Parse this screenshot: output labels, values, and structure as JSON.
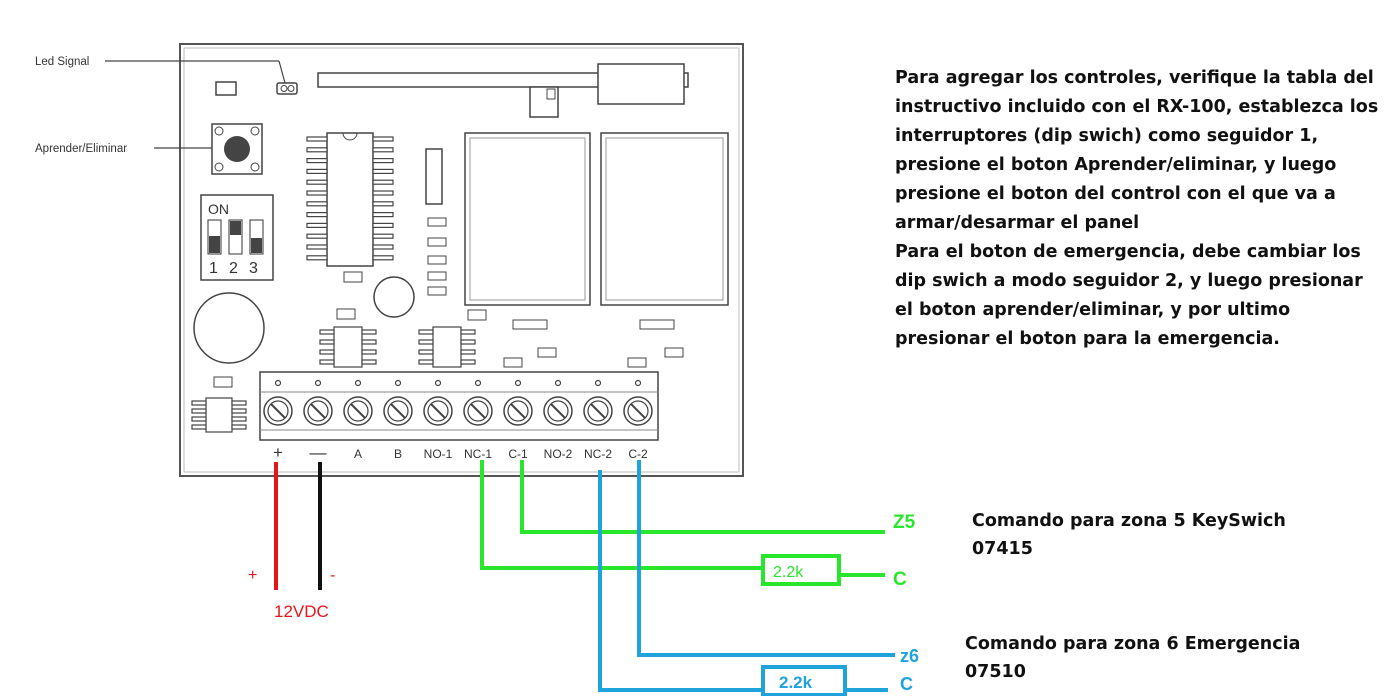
{
  "labels": {
    "led_signal": "Led Signal",
    "learn_delete": "Aprender/Eliminar",
    "dip_on": "ON",
    "dip_numbers": [
      "1",
      "2",
      "3"
    ]
  },
  "terminals": [
    "+",
    "—",
    "A",
    "B",
    "NO-1",
    "NC-1",
    "C-1",
    "NO-2",
    "NC-2",
    "C-2"
  ],
  "power": {
    "plus": "+",
    "minus": "-",
    "voltage": "12VDC",
    "plus_color": "#e8141b",
    "minus_color": "#111111"
  },
  "zone5": {
    "line1_label": "Z5",
    "line2_label": "C",
    "resistor": "2.2k",
    "color": "#28e62b",
    "title": "Comando para zona 5 KeySwich",
    "code": "07415"
  },
  "zone6": {
    "line1_label": "z6",
    "line2_label": "C",
    "resistor": "2.2k",
    "color": "#1fa3dc",
    "title": "Comando para zona 6 Emergencia",
    "code": "07510"
  },
  "instructions": {
    "paragraph1": "Para agregar los controles, verifique la tabla del instructivo incluido con el RX-100, establezca los interruptores (dip swich) como seguidor 1, presione el boton Aprender/eliminar, y luego presione el boton del control con el que va a armar/desarmar el panel",
    "paragraph2": "Para el boton de emergencia, debe cambiar los dip swich a modo seguidor 2, y luego presionar el boton aprender/eliminar, y por ultimo presionar el boton para la emergencia."
  }
}
